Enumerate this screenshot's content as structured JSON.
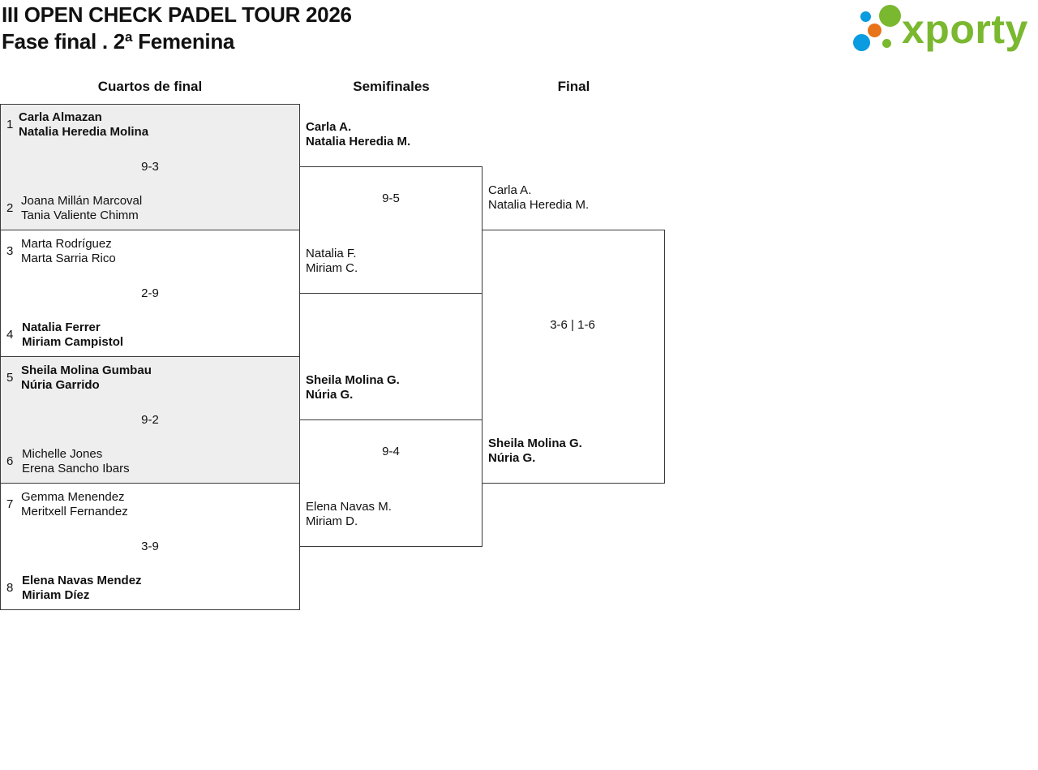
{
  "header": {
    "title": "III OPEN CHECK PADEL TOUR 2026",
    "subtitle": "Fase final . 2ª Femenina",
    "logo_text": "xporty",
    "logo_colors": {
      "green": "#7ab830",
      "blue": "#0a9be0",
      "orange": "#e8731a"
    }
  },
  "columns": {
    "quarterfinals": "Cuartos de final",
    "semifinals": "Semifinales",
    "final": "Final"
  },
  "quarterfinals": [
    {
      "top": {
        "seed": "1",
        "p1": "Carla Almazan",
        "p2": "Natalia Heredia Molina",
        "winner": true
      },
      "score": "9-3",
      "bottom": {
        "seed": "2",
        "p1": "Joana Millán Marcoval",
        "p2": "Tania Valiente Chimm",
        "winner": false
      }
    },
    {
      "top": {
        "seed": "3",
        "p1": "Marta Rodríguez",
        "p2": "Marta Sarria Rico",
        "winner": false
      },
      "score": "2-9",
      "bottom": {
        "seed": "4",
        "p1": "Natalia Ferrer",
        "p2": "Miriam Campistol",
        "winner": true
      }
    },
    {
      "top": {
        "seed": "5",
        "p1": "Sheila Molina Gumbau",
        "p2": "Núria Garrido",
        "winner": true
      },
      "score": "9-2",
      "bottom": {
        "seed": "6",
        "p1": "Michelle Jones",
        "p2": "Erena Sancho Ibars",
        "winner": false
      }
    },
    {
      "top": {
        "seed": "7",
        "p1": "Gemma Menendez",
        "p2": "Meritxell Fernandez",
        "winner": false
      },
      "score": "3-9",
      "bottom": {
        "seed": "8",
        "p1": "Elena Navas Mendez",
        "p2": "Miriam Díez",
        "winner": true
      }
    }
  ],
  "semifinals": [
    {
      "top": {
        "p1": "Carla A.",
        "p2": "Natalia Heredia M.",
        "winner": true
      },
      "score": "9-5",
      "bottom": {
        "p1": "Natalia F.",
        "p2": "Miriam C.",
        "winner": false
      }
    },
    {
      "top": {
        "p1": "Sheila Molina G.",
        "p2": "Núria G.",
        "winner": true
      },
      "score": "9-4",
      "bottom": {
        "p1": "Elena Navas M.",
        "p2": "Miriam D.",
        "winner": false
      }
    }
  ],
  "final": {
    "top": {
      "p1": "Carla A.",
      "p2": "Natalia Heredia M.",
      "winner": false
    },
    "score": "3-6 | 1-6",
    "bottom": {
      "p1": "Sheila Molina G.",
      "p2": "Núria G.",
      "winner": true
    }
  }
}
